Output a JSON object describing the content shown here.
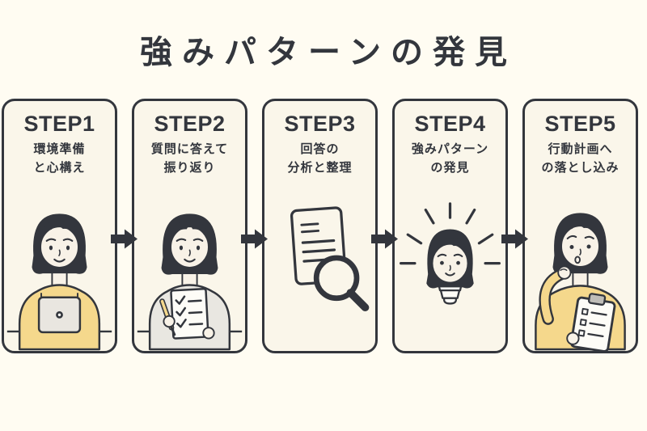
{
  "header": {
    "title": "強みパターンの発見"
  },
  "steps": [
    {
      "label": "STEP1",
      "title_line1": "環境準備",
      "title_line2": "と心構え",
      "illustration": "woman-working-at-laptop"
    },
    {
      "label": "STEP2",
      "title_line1": "質問に答えて",
      "title_line2": "振り返り",
      "illustration": "woman-answering-checklist"
    },
    {
      "label": "STEP3",
      "title_line1": "回答の",
      "title_line2": "分析と整理",
      "illustration": "document-with-magnifier"
    },
    {
      "label": "STEP4",
      "title_line1": "強みパターン",
      "title_line2": "の発見",
      "illustration": "lightbulb-idea-woman"
    },
    {
      "label": "STEP5",
      "title_line1": "行動計画へ",
      "title_line2": "の落とし込み",
      "illustration": "woman-thinking-with-clipboard"
    }
  ],
  "colors": {
    "ink": "#33363D",
    "page_bg": "#FFFCF2",
    "card_bg": "#FAF6EA",
    "yellow": "#F5D88C",
    "gray_sweater": "#E9E7E1",
    "paper": "#FDFCF7",
    "skin": "#F8F2E7",
    "clip_gray": "#BFBDB8",
    "laptop_gray": "#E9E6E0"
  }
}
